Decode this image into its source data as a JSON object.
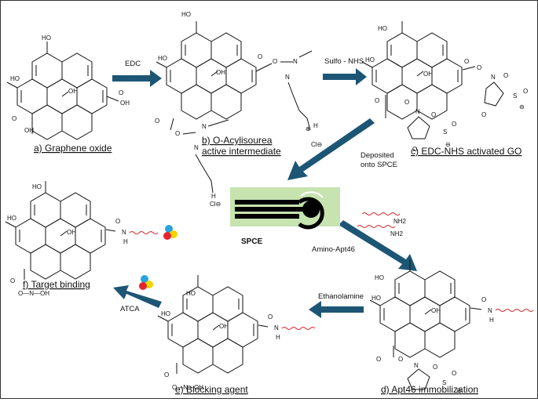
{
  "captions": {
    "a": "a) Graphene oxide",
    "b1": "b) O-Acylisourea",
    "b2": "active intermediate",
    "c": "c) EDC-NHS activated GO",
    "d": "d) Apt46 immobilization",
    "e": "e) Blocking agent",
    "f": "f) Target binding"
  },
  "reagents": {
    "edc": "EDC",
    "sulfo": "Sulfo - NHS",
    "deposit1": "Deposited",
    "deposit2": "onto SPCE",
    "amino": "Amino-Apt46",
    "ethanol": "Ethanolamine",
    "atca": "ATCA"
  },
  "spce_label": "SPCE",
  "atoms": {
    "ho": "HO",
    "oh": "OH",
    "o": "O",
    "n": "N",
    "h": "H",
    "s": "S",
    "nh2": "NH2",
    "noh": "O—N—OH",
    "plus": "⊕",
    "minus": "⊖",
    "cl": "Cl⊖"
  },
  "colors": {
    "arrow": "#1d5675",
    "aptamer": "#d8282b",
    "electrode_bg": "#c6e3b0",
    "target_red": "#e3262d",
    "target_blue": "#27a3dd",
    "target_yellow": "#f2d400"
  }
}
